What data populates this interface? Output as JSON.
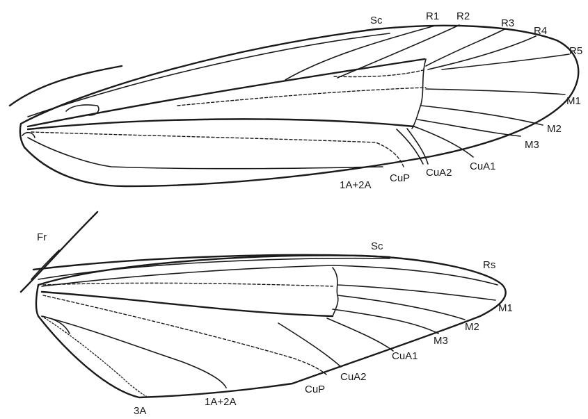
{
  "forewing": {
    "labels": {
      "sc": "Sc",
      "r1": "R1",
      "r2": "R2",
      "r3": "R3",
      "r4": "R4",
      "r5": "R5",
      "m1": "M1",
      "m2": "M2",
      "m3": "M3",
      "cua1": "CuA1",
      "cua2": "CuA2",
      "cup": "CuP",
      "a12": "1A+2A"
    }
  },
  "hindwing": {
    "labels": {
      "fr": "Fr",
      "sc": "Sc",
      "rs": "Rs",
      "m1": "M1",
      "m2": "M2",
      "m3": "M3",
      "cua1": "CuA1",
      "cua2": "CuA2",
      "cup": "CuP",
      "a12": "1A+2A",
      "a3": "3A"
    }
  }
}
